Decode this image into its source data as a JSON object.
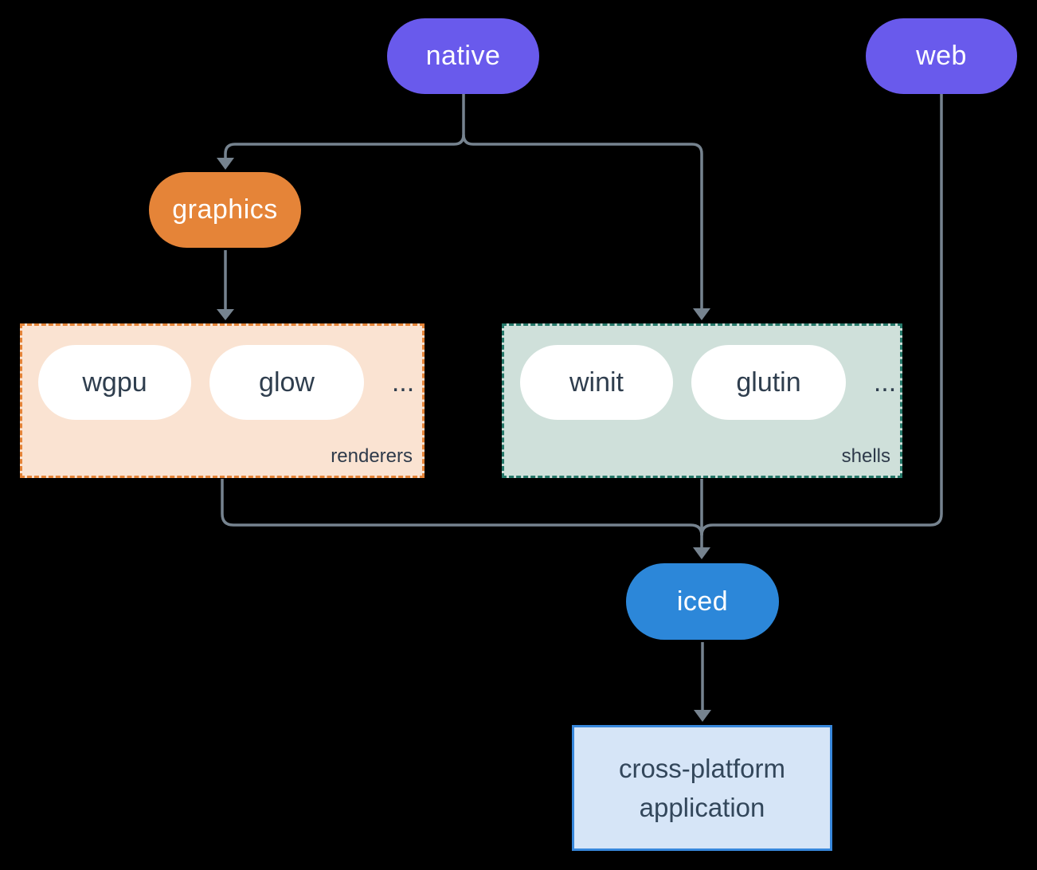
{
  "diagram": {
    "nodes": {
      "native": {
        "label": "native",
        "color": "#695AEC",
        "text_color": "#FFFFFF"
      },
      "web": {
        "label": "web",
        "color": "#695AEC",
        "text_color": "#FFFFFF"
      },
      "graphics": {
        "label": "graphics",
        "color": "#E58438",
        "text_color": "#FFFFFF"
      },
      "iced": {
        "label": "iced",
        "color": "#2C87D9",
        "text_color": "#FFFFFF"
      },
      "application": {
        "lines": [
          "cross-platform",
          "application"
        ],
        "fill": "#D6E5F7",
        "border": "#3787DB",
        "text_color": "#33475B"
      }
    },
    "groups": {
      "renderers": {
        "label": "renderers",
        "items": [
          "wgpu",
          "glow"
        ],
        "more": "...",
        "fill": "#FAE3D2",
        "border": "#E58438",
        "item_text_color": "#2F3E4E"
      },
      "shells": {
        "label": "shells",
        "items": [
          "winit",
          "glutin"
        ],
        "more": "...",
        "fill": "#CFE0DA",
        "border": "#26796A",
        "item_text_color": "#2F3E4E"
      }
    },
    "edges": [
      {
        "from": "native",
        "to": "graphics"
      },
      {
        "from": "native",
        "to": "shells"
      },
      {
        "from": "graphics",
        "to": "renderers"
      },
      {
        "from": "renderers",
        "to": "iced"
      },
      {
        "from": "shells",
        "to": "iced"
      },
      {
        "from": "web",
        "to": "iced"
      },
      {
        "from": "iced",
        "to": "application"
      }
    ],
    "connector_color": "#76838F",
    "background_color": "#000000"
  }
}
